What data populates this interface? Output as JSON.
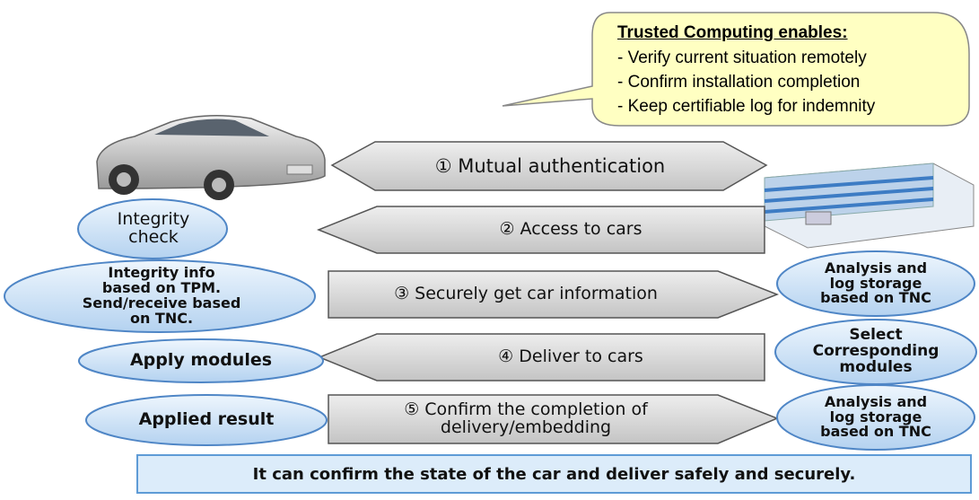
{
  "callout": {
    "title": "Trusted Computing enables:",
    "lines": [
      "- Verify current situation remotely",
      "- Confirm installation completion",
      "- Keep certifiable log for indemnity"
    ]
  },
  "steps": [
    {
      "label": "① Mutual authentication"
    },
    {
      "label": "② Access to cars"
    },
    {
      "label": "③ Securely get car information"
    },
    {
      "label": "④ Deliver to cars"
    },
    {
      "label_line1": "⑤ Confirm the completion of",
      "label_line2": "delivery/embedding"
    }
  ],
  "car_side": {
    "integrity_check": {
      "line1": "Integrity",
      "line2": "check"
    },
    "integrity_info": {
      "line1": "Integrity info",
      "line2": "based on TPM.",
      "line3": "Send/receive based",
      "line4": "on TNC."
    },
    "apply_modules": "Apply modules",
    "applied_result": "Applied result"
  },
  "server_side": {
    "analysis_1": {
      "line1": "Analysis and",
      "line2": "log storage",
      "line3": "based on TNC"
    },
    "select_modules": {
      "line1": "Select",
      "line2": "Corresponding",
      "line3": "modules"
    },
    "analysis_2": {
      "line1": "Analysis and",
      "line2": "log storage",
      "line3": "based on TNC"
    }
  },
  "footer": "It can confirm the state of the car and deliver safely and securely.",
  "colors": {
    "callout_fill": "#ffffc2",
    "oval_fill": "#cfe3f7",
    "oval_stroke": "#4f86c6",
    "arrow_fill": "#d9d9d9",
    "arrow_stroke": "#555555",
    "banner_fill": "#dcecfa"
  }
}
